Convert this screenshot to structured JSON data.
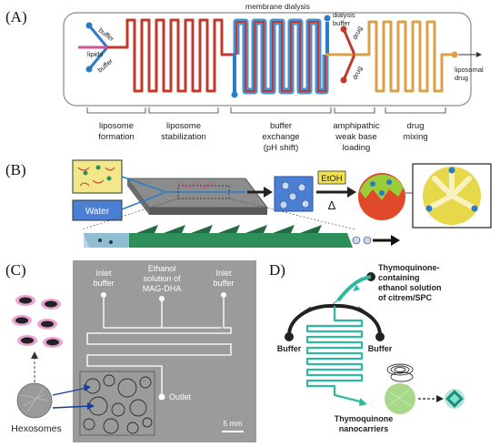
{
  "panelA": {
    "letter": "(A)",
    "membrane_dialysis": "membrane dialysis",
    "buffer_top": "buffer",
    "lipids": "lipids",
    "buffer_bottom": "buffer",
    "dialysis_buffer_1": "dialysis",
    "dialysis_buffer_2": "buffer",
    "drug_top": "drug",
    "drug_bottom": "drug",
    "liposomal_drug_1": "liposomal",
    "liposomal_drug_2": "drug",
    "stages": [
      {
        "line1": "liposome",
        "line2": "formation",
        "line3": ""
      },
      {
        "line1": "liposome",
        "line2": "stabilization",
        "line3": ""
      },
      {
        "line1": "buffer",
        "line2": "exchange",
        "line3": "(pH shift)"
      },
      {
        "line1": "amphipathic",
        "line2": "weak base",
        "line3": "loading"
      },
      {
        "line1": "drug",
        "line2": "mixing",
        "line3": ""
      }
    ]
  },
  "panelB": {
    "letter": "(B)",
    "water": "Water",
    "etoh": "EtOH",
    "delta": "Δ"
  },
  "panelC": {
    "letter": "(C)",
    "inlet_left_1": "Inlet",
    "inlet_left_2": "buffer",
    "ethanol_1": "Ethanol",
    "ethanol_2": "solution of",
    "ethanol_3": "MAG-DHA",
    "inlet_right_1": "Inlet",
    "inlet_right_2": "buffer",
    "outlet": "Outlet",
    "scale": "5 mm",
    "hexosomes": "Hexosomes"
  },
  "panelD": {
    "letter": "D)",
    "title_1": "Thymoquinone-",
    "title_2": "containing",
    "title_3": "ethanol solution",
    "title_4": "of citrem/SPC",
    "buffer_left": "Buffer",
    "buffer_right": "Buffer",
    "bottom_1": "Thymoquinone",
    "bottom_2": "nanocarriers"
  },
  "colors": {
    "channel_red": "#c0392b",
    "channel_blue": "#2b7cc8",
    "channel_orange": "#d9a14a",
    "chip_green": "#2f8f5b",
    "chip_dark": "#5a5a5a",
    "water_blue": "#4a7fd4",
    "lipid_yellow": "#f2e88a",
    "teal": "#2eb8a0"
  }
}
